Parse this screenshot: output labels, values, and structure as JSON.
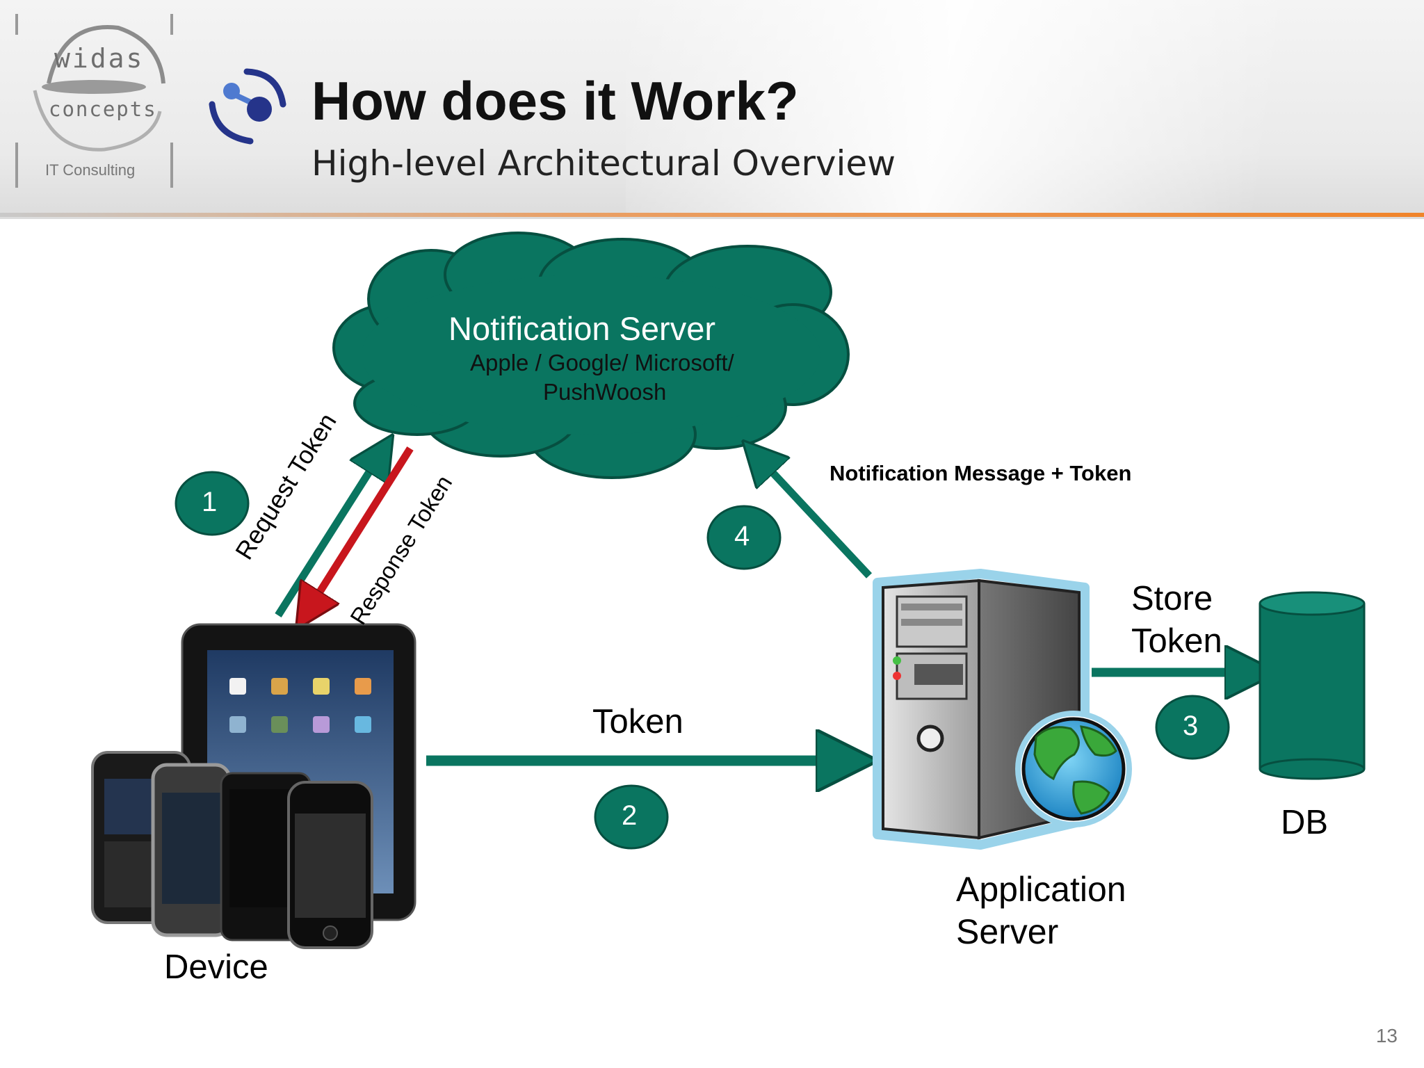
{
  "header": {
    "logo_primary": "widas",
    "logo_secondary": "concepts",
    "logo_tagline": "IT Consulting",
    "title": "How does it Work?",
    "subtitle": "High-level Architectural Overview"
  },
  "diagram": {
    "notification_server": {
      "title": "Notification Server",
      "providers": "Apple / Google/ Microsoft/",
      "providers_cont": "PushWoosh"
    },
    "device_label": "Device",
    "app_server_label_line1": "Application",
    "app_server_label_line2": "Server",
    "db_label": "DB",
    "request_token": "Request Token",
    "response_token": "Response Token",
    "token": "Token",
    "store_token_line1": "Store",
    "store_token_line2": "Token",
    "notification_message": "Notification Message + Token",
    "steps": [
      "1",
      "2",
      "3",
      "4"
    ]
  },
  "colors": {
    "primary_green": "#0a7560",
    "dark_green": "#064f40",
    "response_red": "#c8161d",
    "header_accent": "#f0842a"
  },
  "page_number": "13"
}
